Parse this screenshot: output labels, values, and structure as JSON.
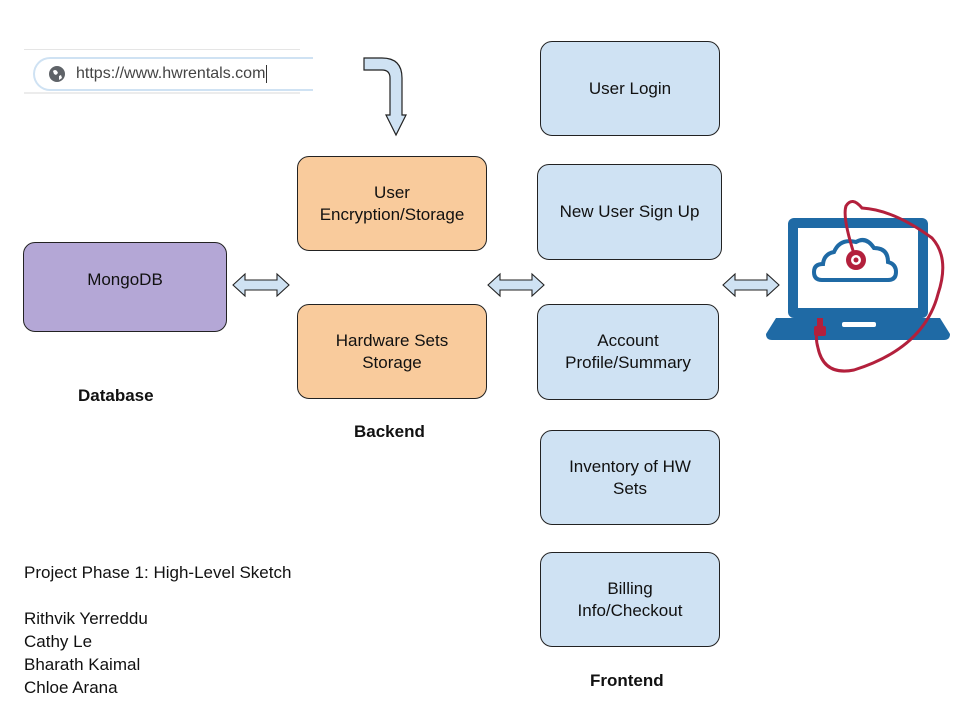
{
  "browser": {
    "url": "https://www.hwrentals.com"
  },
  "database": {
    "box_label": "MongoDB",
    "section_label": "Database"
  },
  "backend": {
    "boxes": [
      "User\nEncryption/Storage",
      "Hardware Sets\nStorage"
    ],
    "section_label": "Backend"
  },
  "frontend": {
    "boxes": [
      "User Login",
      "New User Sign Up",
      "Account\nProfile/Summary",
      "Inventory of HW\nSets",
      "Billing\nInfo/Checkout"
    ],
    "section_label": "Frontend"
  },
  "credits": {
    "title": "Project Phase 1: High-Level Sketch",
    "members": [
      "Rithvik Yerreddu",
      "Cathy Le",
      "Bharath Kaimal",
      "Chloe Arana"
    ]
  },
  "colors": {
    "frontend_fill": "#cfe2f3",
    "backend_fill": "#f9cb9c",
    "database_fill": "#b4a7d6",
    "laptop_blue": "#1f6aa5",
    "cable_red": "#b3203c"
  },
  "icons": [
    "globe-icon",
    "down-turn-arrow-icon",
    "double-arrow-icon",
    "laptop-cloud-icon"
  ]
}
